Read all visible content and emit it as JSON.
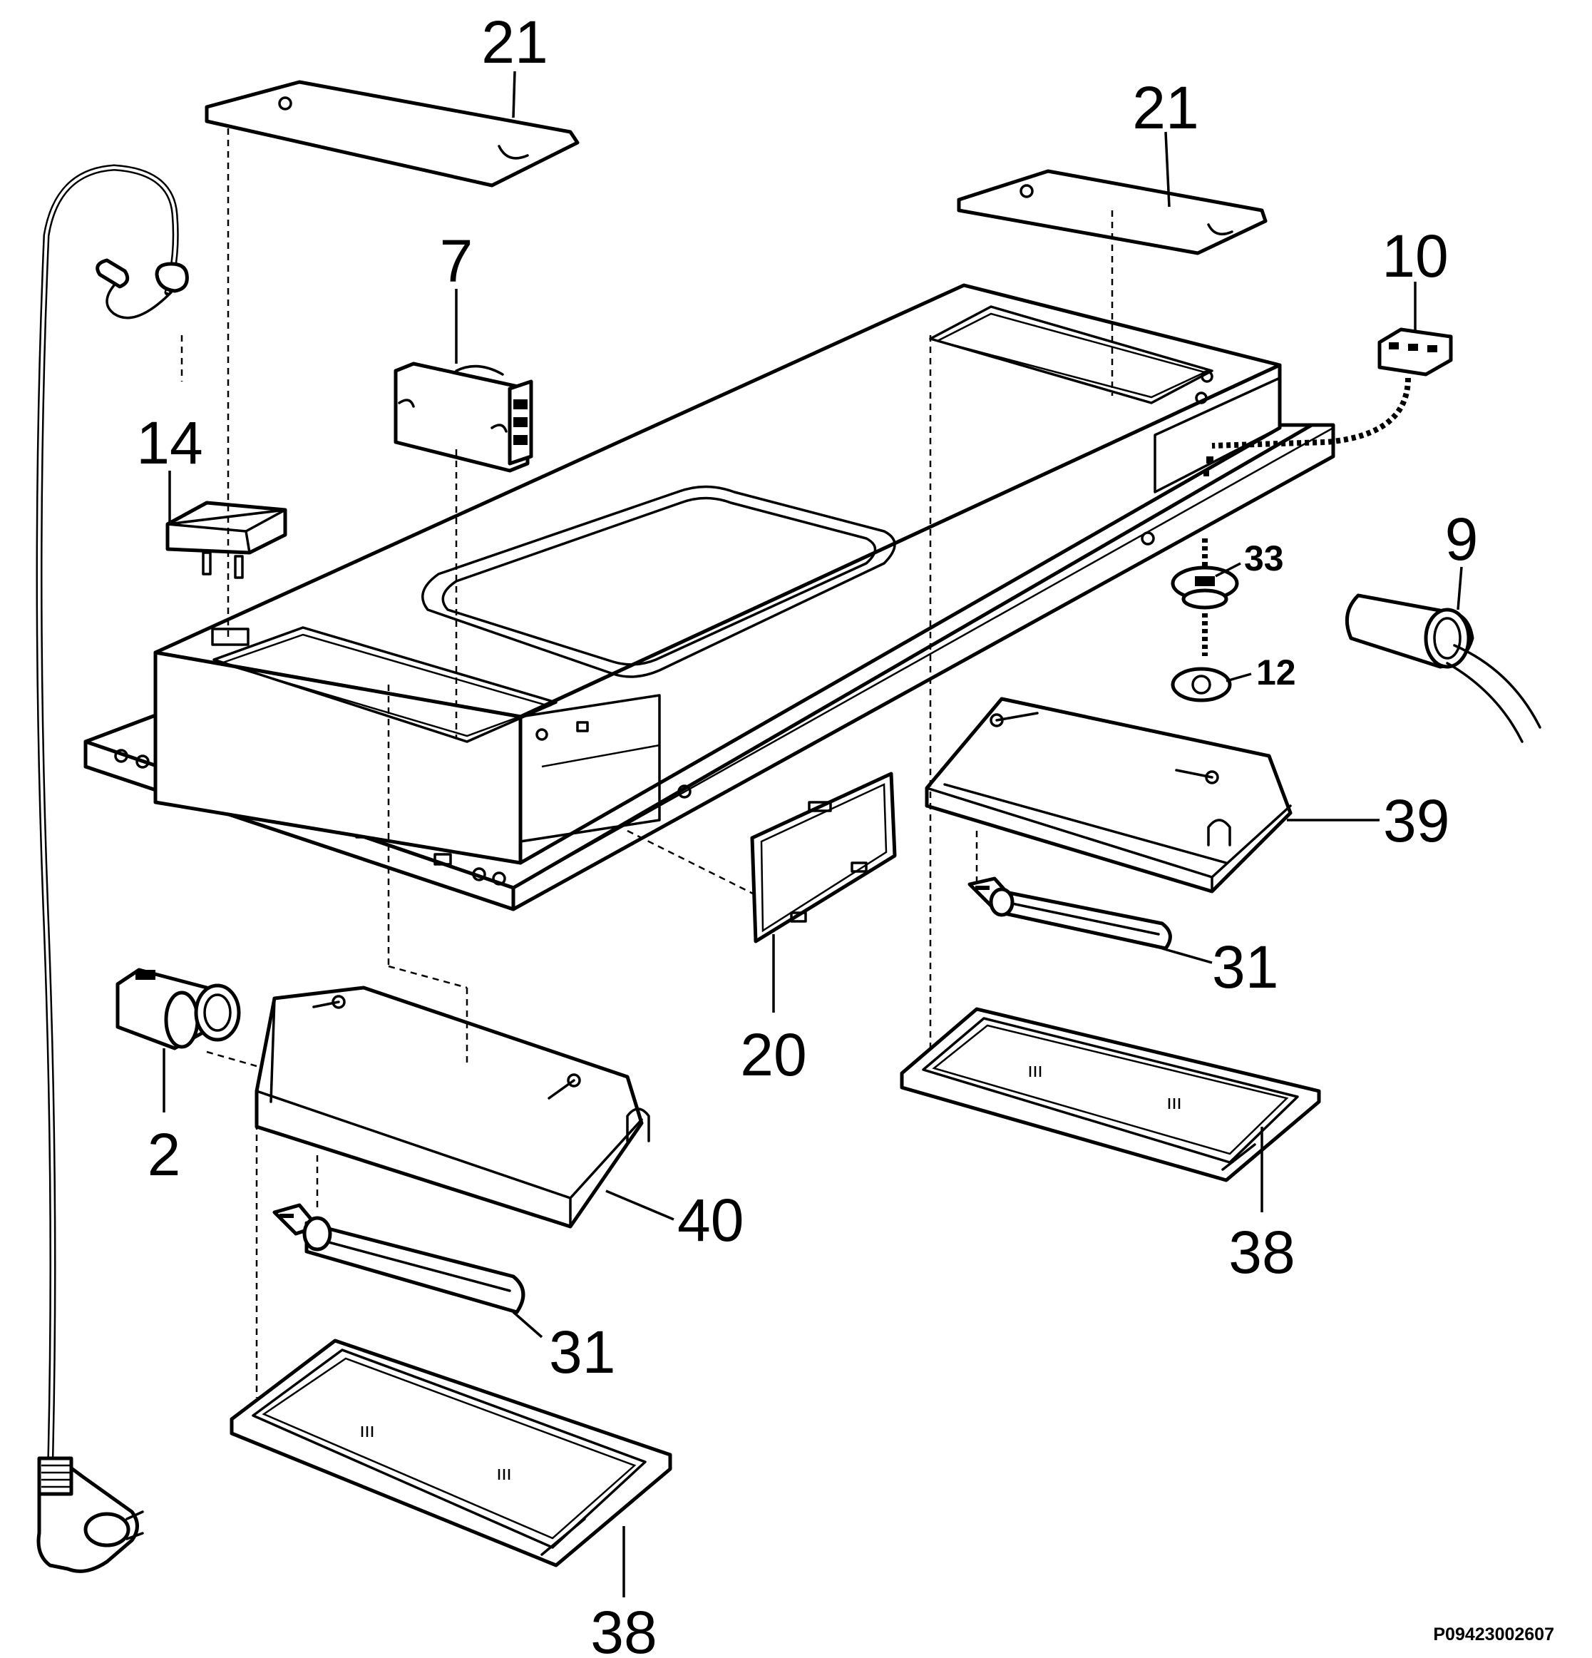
{
  "callouts": {
    "c21a": "21",
    "c21b": "21",
    "c7": "7",
    "c10": "10",
    "c14": "14",
    "c33": "33",
    "c9": "9",
    "c12": "12",
    "c39": "39",
    "c31a": "31",
    "c20": "20",
    "c2": "2",
    "c40": "40",
    "c38a": "38",
    "c31b": "31",
    "c38b": "38"
  },
  "drawing_reference": "P09423002607"
}
